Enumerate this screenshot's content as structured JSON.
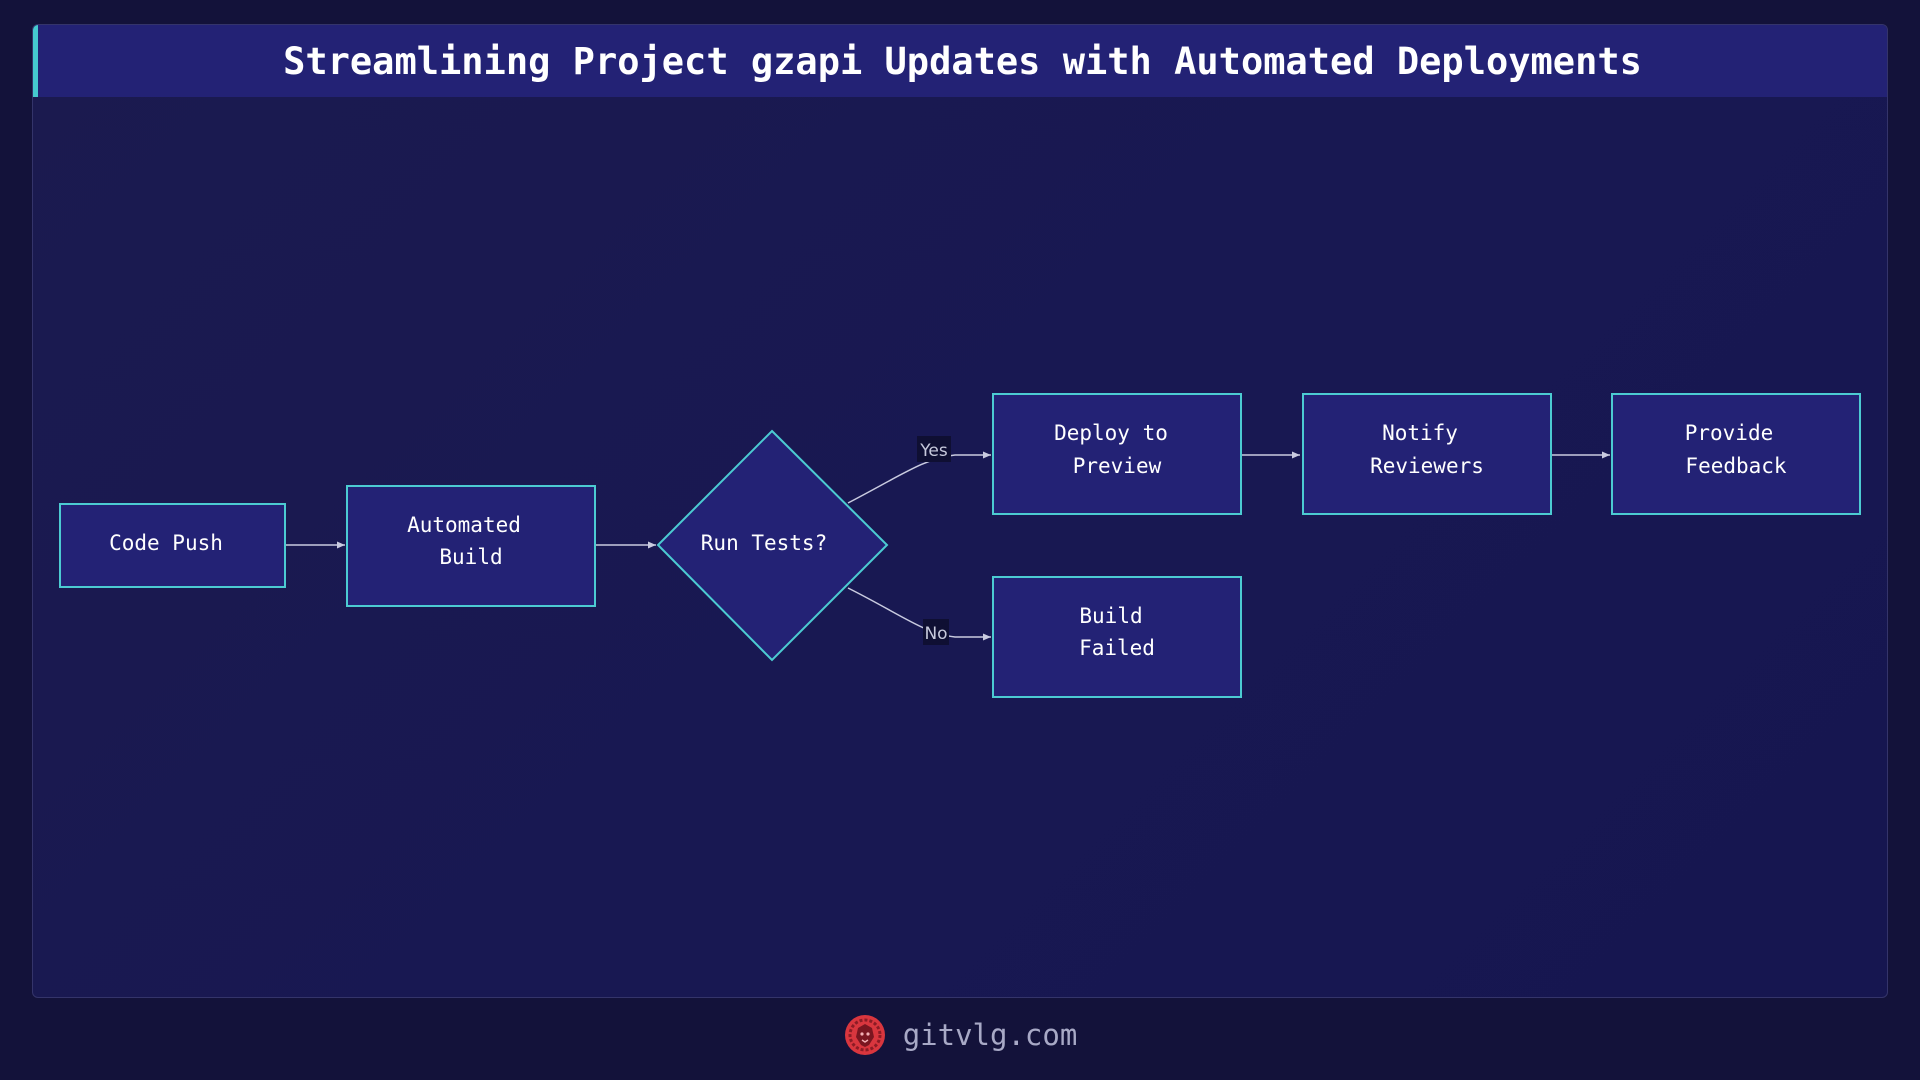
{
  "title": "Streamlining Project gzapi Updates with Automated Deployments",
  "nodes": {
    "code_push": [
      "Code Push"
    ],
    "automated_build": [
      "Automated",
      "Build"
    ],
    "run_tests": [
      "Run Tests?"
    ],
    "deploy_preview": [
      "Deploy to",
      "Preview"
    ],
    "notify_reviewers": [
      "Notify",
      "Reviewers"
    ],
    "provide_feedback": [
      "Provide",
      "Feedback"
    ],
    "build_failed": [
      "Build",
      "Failed"
    ]
  },
  "edge_labels": {
    "yes": "Yes",
    "no": "No"
  },
  "footer": {
    "site": "gitvlg.com",
    "logo_icon": "lion-icon"
  },
  "colors": {
    "background": "#13123a",
    "panel": "#1b1a4f",
    "node_fill": "#232275",
    "node_stroke": "#4ccbd2",
    "accent": "#45c9cf",
    "logo": "#d9363e"
  }
}
